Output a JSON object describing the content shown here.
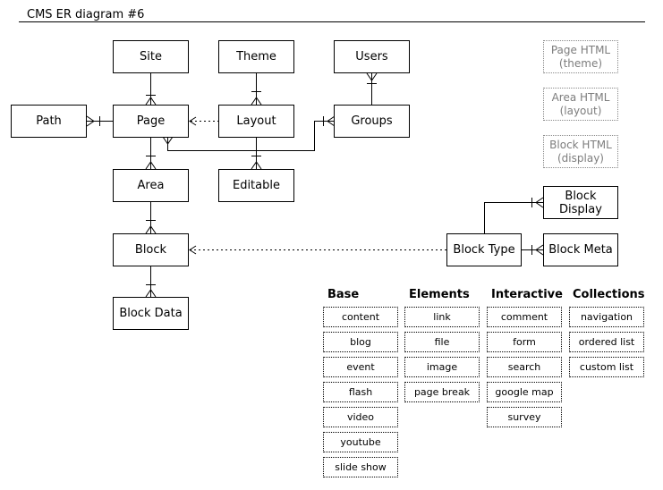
{
  "title": "CMS ER diagram #6",
  "entities": {
    "site": "Site",
    "theme": "Theme",
    "users": "Users",
    "path": "Path",
    "page": "Page",
    "layout": "Layout",
    "groups": "Groups",
    "area": "Area",
    "editable": "Editable",
    "block": "Block",
    "block_type": "Block Type",
    "block_display": "Block\nDisplay",
    "block_meta": "Block Meta",
    "block_data": "Block Data"
  },
  "notes": {
    "page_html": "Page HTML\n(theme)",
    "area_html": "Area HTML\n(layout)",
    "block_html": "Block HTML\n(display)"
  },
  "block_types": [
    {
      "heading": "Base",
      "items": [
        "content",
        "blog",
        "event",
        "flash",
        "video",
        "youtube",
        "slide show"
      ]
    },
    {
      "heading": "Elements",
      "items": [
        "link",
        "file",
        "image",
        "page break"
      ]
    },
    {
      "heading": "Interactive",
      "items": [
        "comment",
        "form",
        "search",
        "google map",
        "survey"
      ]
    },
    {
      "heading": "Collections",
      "items": [
        "navigation",
        "ordered list",
        "custom list"
      ]
    }
  ]
}
